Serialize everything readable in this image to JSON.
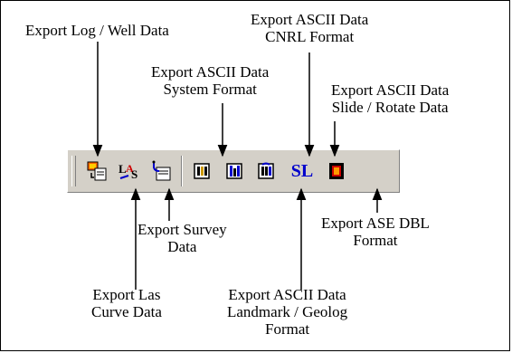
{
  "labels": {
    "export_log_well": [
      "Export Log / Well Data"
    ],
    "export_ascii_cnrl": [
      "Export ASCII Data",
      "CNRL Format"
    ],
    "export_ascii_system": [
      "Export ASCII Data",
      "System Format"
    ],
    "export_ascii_slide": [
      "Export ASCII Data",
      "Slide / Rotate Data"
    ],
    "export_survey": [
      "Export Survey",
      "Data"
    ],
    "export_ase_dbl": [
      "Export ASE DBL",
      "Format"
    ],
    "export_las": [
      "Export Las",
      "Curve Data"
    ],
    "export_ascii_landmark": [
      "Export ASCII Data",
      "Landmark / Geolog",
      "Format"
    ]
  },
  "toolbar": {
    "buttons": [
      {
        "id": "log-well",
        "icon": "export-log-well-icon"
      },
      {
        "id": "las",
        "icon": "export-las-icon"
      },
      {
        "id": "survey",
        "icon": "export-survey-icon"
      },
      {
        "id": "ascii-system",
        "icon": "ascii-system-icon"
      },
      {
        "id": "ascii-landmark",
        "icon": "ascii-landmark-icon"
      },
      {
        "id": "ascii-cnrl",
        "icon": "ascii-cnrl-icon"
      },
      {
        "id": "slide-rotate",
        "icon": "slide-rotate-icon",
        "text": "SL"
      },
      {
        "id": "ase-dbl",
        "icon": "ase-dbl-icon"
      }
    ]
  },
  "colors": {
    "toolbar_bg": "#d4d0c8",
    "sl_blue": "#0000cc"
  }
}
